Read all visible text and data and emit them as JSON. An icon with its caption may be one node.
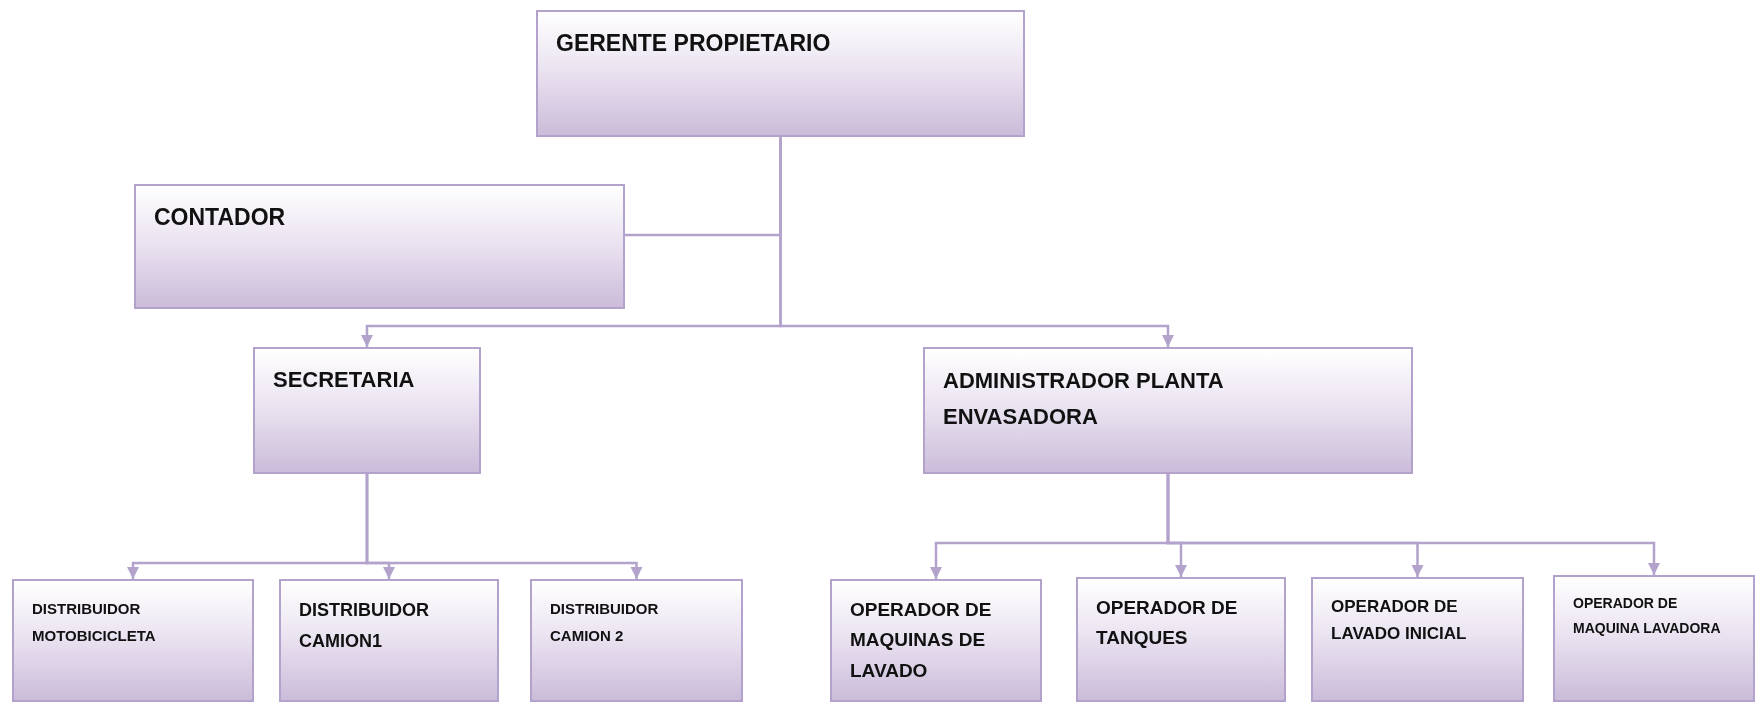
{
  "diagram": {
    "nodes": [
      {
        "text": [
          "GERENTE PROPIETARIO"
        ]
      },
      {
        "text": [
          "CONTADOR"
        ]
      },
      {
        "text": [
          "SECRETARIA"
        ]
      },
      {
        "text": [
          "ADMINISTRADOR PLANTA ENVASADORA"
        ]
      },
      {
        "text": [
          "DISTRIBUIDOR MOTOBICICLETA"
        ]
      },
      {
        "text": [
          "DISTRIBUIDOR CAMION1"
        ]
      },
      {
        "text": [
          "DISTRIBUIDOR CAMION 2"
        ]
      },
      {
        "text": [
          "OPERADOR DE MAQUINAS DE LAVADO"
        ]
      },
      {
        "text": [
          "OPERADOR DE TANQUES"
        ]
      },
      {
        "text": [
          "OPERADOR DE LAVADO INICIAL"
        ]
      },
      {
        "text": [
          "OPERADOR DE MAQUINA LAVADORA"
        ]
      }
    ],
    "edges": [
      {
        "from": 0,
        "to": 1,
        "arrow": "none"
      },
      {
        "from": 0,
        "to": 2,
        "arrow": "to"
      },
      {
        "from": 0,
        "to": 3,
        "arrow": "to"
      },
      {
        "from": 2,
        "to": 4,
        "arrow": "to"
      },
      {
        "from": 2,
        "to": 5,
        "arrow": "to"
      },
      {
        "from": 2,
        "to": 6,
        "arrow": "to"
      },
      {
        "from": 3,
        "to": 7,
        "arrow": "to"
      },
      {
        "from": 3,
        "to": 8,
        "arrow": "to"
      },
      {
        "from": 3,
        "to": 9,
        "arrow": "to"
      },
      {
        "from": 3,
        "to": 10,
        "arrow": "to"
      }
    ]
  }
}
